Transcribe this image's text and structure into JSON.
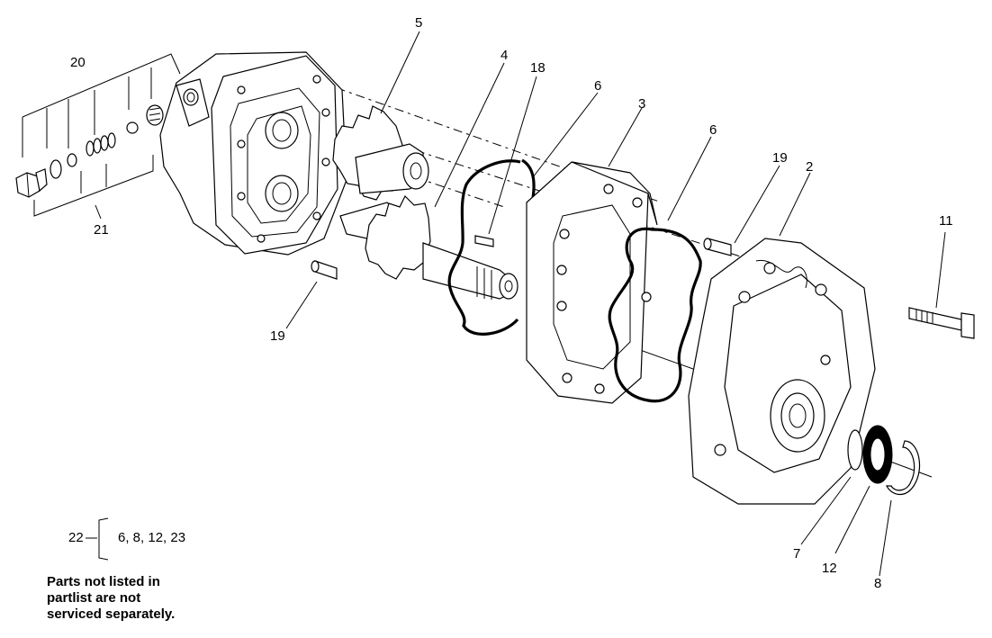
{
  "callouts": {
    "c2": "2",
    "c3": "3",
    "c4": "4",
    "c5": "5",
    "c6a": "6",
    "c6b": "6",
    "c7": "7",
    "c8": "8",
    "c11": "11",
    "c12": "12",
    "c18": "18",
    "c19a": "19",
    "c19b": "19",
    "c20": "20",
    "c21": "21"
  },
  "kit": {
    "code": "22",
    "items": "6, 8, 12, 23"
  },
  "note": {
    "line1": "Parts not listed in",
    "line2": "partlist are not",
    "line3": "serviced separately."
  }
}
